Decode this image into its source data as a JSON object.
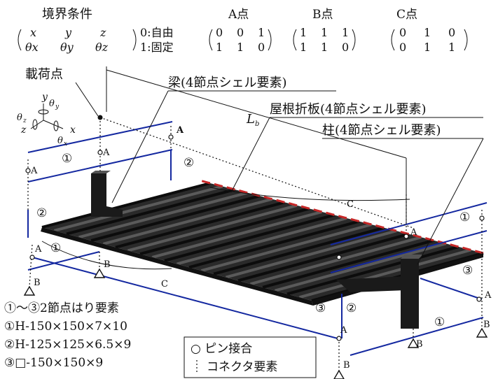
{
  "boundary": {
    "title": "境界条件",
    "dof_matrix": {
      "row1": [
        "x",
        "y",
        "z"
      ],
      "row2": [
        "θx",
        "θy",
        "θz"
      ]
    },
    "code_free": "0:自由",
    "code_fixed": "1:固定"
  },
  "points": [
    {
      "label": "A点",
      "row1": [
        "0",
        "0",
        "1"
      ],
      "row2": [
        "1",
        "1",
        "0"
      ]
    },
    {
      "label": "B点",
      "row1": [
        "1",
        "1",
        "1"
      ],
      "row2": [
        "1",
        "1",
        "0"
      ]
    },
    {
      "label": "C点",
      "row1": [
        "0",
        "1",
        "0"
      ],
      "row2": [
        "0",
        "1",
        "1"
      ]
    }
  ],
  "callouts": {
    "load_point": "載荷点",
    "beam": "梁(4節点シェル要素)",
    "roof": "屋根折板(4節点シェル要素)",
    "column": "柱(4節点シェル要素)",
    "span": "L",
    "span_sub": "b"
  },
  "axes": {
    "y": "y",
    "z": "z",
    "x": "x",
    "ty": "θ",
    "ty_sub": "y",
    "tz": "θ",
    "tz_sub": "z",
    "tx": "θ",
    "tx_sub": "x"
  },
  "node_labels": {
    "A": "A",
    "B": "B",
    "C": "C"
  },
  "members": {
    "m1": "①",
    "m2": "②",
    "m3": "③"
  },
  "legend_members": [
    "①〜③2節点はり要素",
    "①H-150×150×7×10",
    "②H-125×125×6.5×9",
    "③□-150×150×9"
  ],
  "legend_symbols": {
    "pin": "○ ピン接合",
    "connector": "コネクタ要素"
  }
}
